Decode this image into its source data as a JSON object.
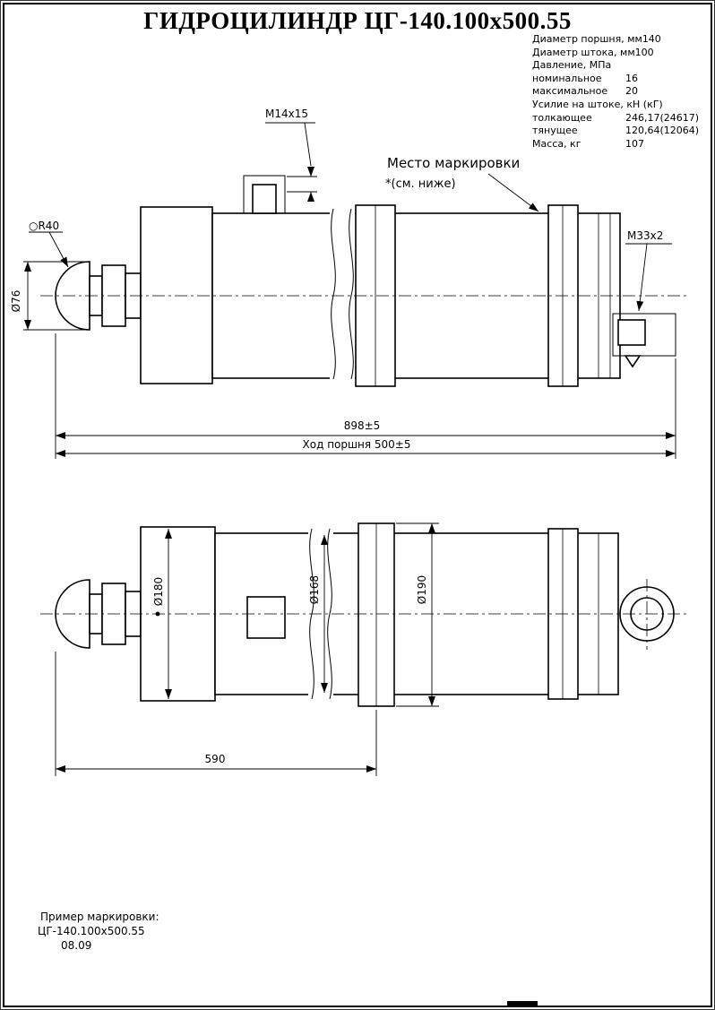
{
  "title": "ГИДРОЦИЛИНДР ЦГ-140.100х500.55",
  "specs": {
    "rows": [
      {
        "label": "Диаметр поршня, мм",
        "value": "140"
      },
      {
        "label": "Диаметр штока, мм",
        "value": "100"
      },
      {
        "label": "Давление, МПа",
        "value": ""
      },
      {
        "label": "номинальное",
        "value": "16"
      },
      {
        "label": "максимальное",
        "value": "20"
      },
      {
        "label": "Усилие на штоке, кН (кГ)",
        "value": ""
      },
      {
        "label": "толкающее",
        "value": "246,17(24617)"
      },
      {
        "label": "тянущее",
        "value": "120,64(12064)"
      },
      {
        "label": "Масса, кг",
        "value": "107"
      }
    ]
  },
  "top_view": {
    "thread_port_label": "М14х15",
    "marking_label": "Место маркировки",
    "marking_note": "*(см. ниже)",
    "thread_rear_label": "М33х2",
    "sphere_label": "○R40",
    "rod_sphere_dia": "Ø76",
    "overall_length": "898±5",
    "stroke_dim": "Ход поршня 500±5"
  },
  "bottom_view": {
    "gland_dia": "Ø180",
    "tube_dia": "Ø168",
    "flange_dia": "Ø190",
    "length_dim": "590"
  },
  "marking_example": {
    "caption": "Пример маркировки:",
    "designation": "ЦГ-140.100х500.55",
    "date": "08.09"
  }
}
